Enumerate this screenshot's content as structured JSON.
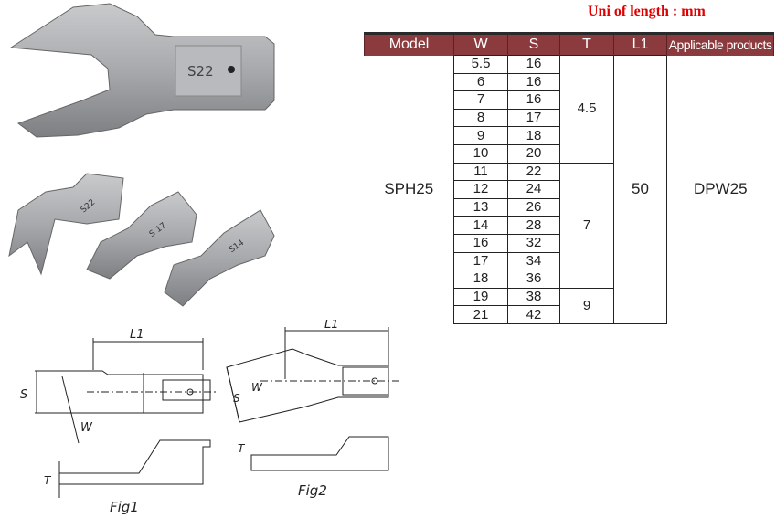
{
  "unit_label": "Uni of length : mm",
  "table": {
    "headers": [
      "Model",
      "W",
      "S",
      "T",
      "L1",
      "Applicable products"
    ],
    "model": "SPH25",
    "l1": "50",
    "applicable": "DPW25",
    "rows": [
      {
        "w": "5.5",
        "s": "16"
      },
      {
        "w": "6",
        "s": "16"
      },
      {
        "w": "7",
        "s": "16"
      },
      {
        "w": "8",
        "s": "17"
      },
      {
        "w": "9",
        "s": "18"
      },
      {
        "w": "10",
        "s": "20"
      },
      {
        "w": "11",
        "s": "22"
      },
      {
        "w": "12",
        "s": "24"
      },
      {
        "w": "13",
        "s": "26"
      },
      {
        "w": "14",
        "s": "28"
      },
      {
        "w": "16",
        "s": "32"
      },
      {
        "w": "17",
        "s": "34"
      },
      {
        "w": "18",
        "s": "36"
      },
      {
        "w": "19",
        "s": "38"
      },
      {
        "w": "21",
        "s": "42"
      }
    ],
    "t_groups": [
      "4.5",
      "7",
      "9"
    ]
  },
  "photos": {
    "large_label": "S22",
    "small_labels": [
      "S22",
      "S 17",
      "S14"
    ]
  },
  "figures": {
    "fig1": "Fig1",
    "fig2": "Fig2",
    "dim_l1": "L1",
    "dim_s": "S",
    "dim_w": "W",
    "dim_t": "T"
  }
}
